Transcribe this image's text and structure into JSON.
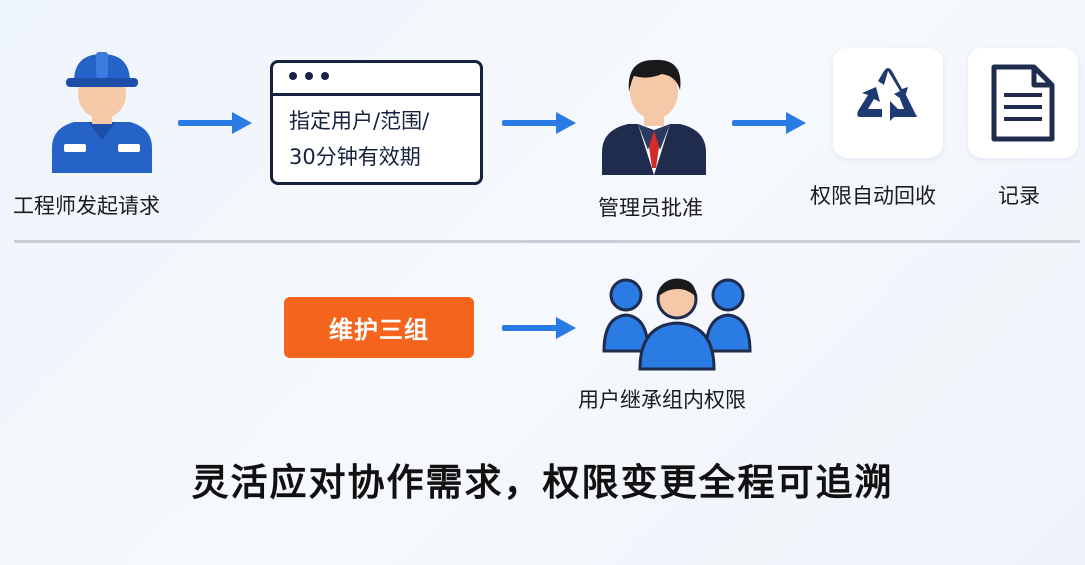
{
  "flow": {
    "engineer_label": "工程师发起请求",
    "request_box": {
      "line1": "指定用户/范围/",
      "line2": "30分钟有效期"
    },
    "admin_label": "管理员批准",
    "revoke_label": "权限自动回收",
    "record_label": "记录"
  },
  "group": {
    "button_label": "维护三组",
    "inherit_label": "用户继承组内权限"
  },
  "slogan": "灵活应对协作需求，权限变更全程可追溯",
  "colors": {
    "arrow": "#2b7be4",
    "orange": "#f4641c",
    "navy": "#15233f",
    "engineer_blue": "#2563c9"
  },
  "icons": [
    "engineer-icon",
    "browser-window-icon",
    "admin-icon",
    "recycle-icon",
    "document-icon",
    "group-users-icon"
  ]
}
